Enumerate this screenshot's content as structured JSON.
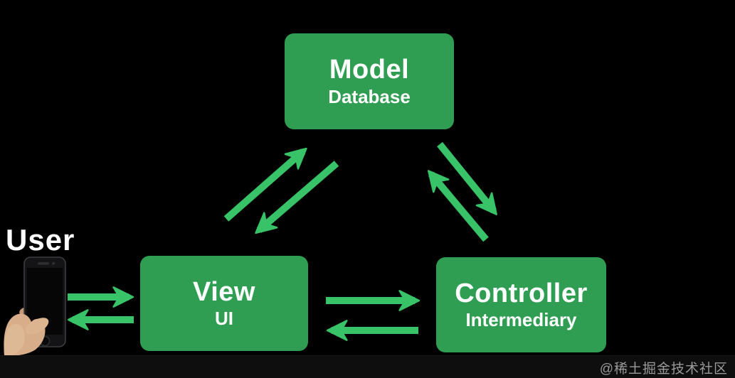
{
  "diagram": {
    "title_implicit": "MVC pattern diagram",
    "user_label": "User",
    "user_device_icon": "hand-holding-smartphone-icon",
    "nodes": [
      {
        "id": "model",
        "title": "Model",
        "subtitle": "Database"
      },
      {
        "id": "view",
        "title": "View",
        "subtitle": "UI"
      },
      {
        "id": "controller",
        "title": "Controller",
        "subtitle": "Intermediary"
      }
    ],
    "connections": [
      {
        "from": "user",
        "to": "view",
        "bidirectional": true
      },
      {
        "from": "view",
        "to": "model",
        "bidirectional": true
      },
      {
        "from": "model",
        "to": "controller",
        "bidirectional": true
      },
      {
        "from": "view",
        "to": "controller",
        "bidirectional": true
      }
    ]
  },
  "watermark": "@稀土掘金技术社区",
  "colors": {
    "box_green": "#2f9e52",
    "arrow_green": "#38c368",
    "text_white": "#ffffff",
    "watermark_gray": "#9a9a9a",
    "bottom_bar": "#0e0e0e",
    "bg": "#000000"
  }
}
